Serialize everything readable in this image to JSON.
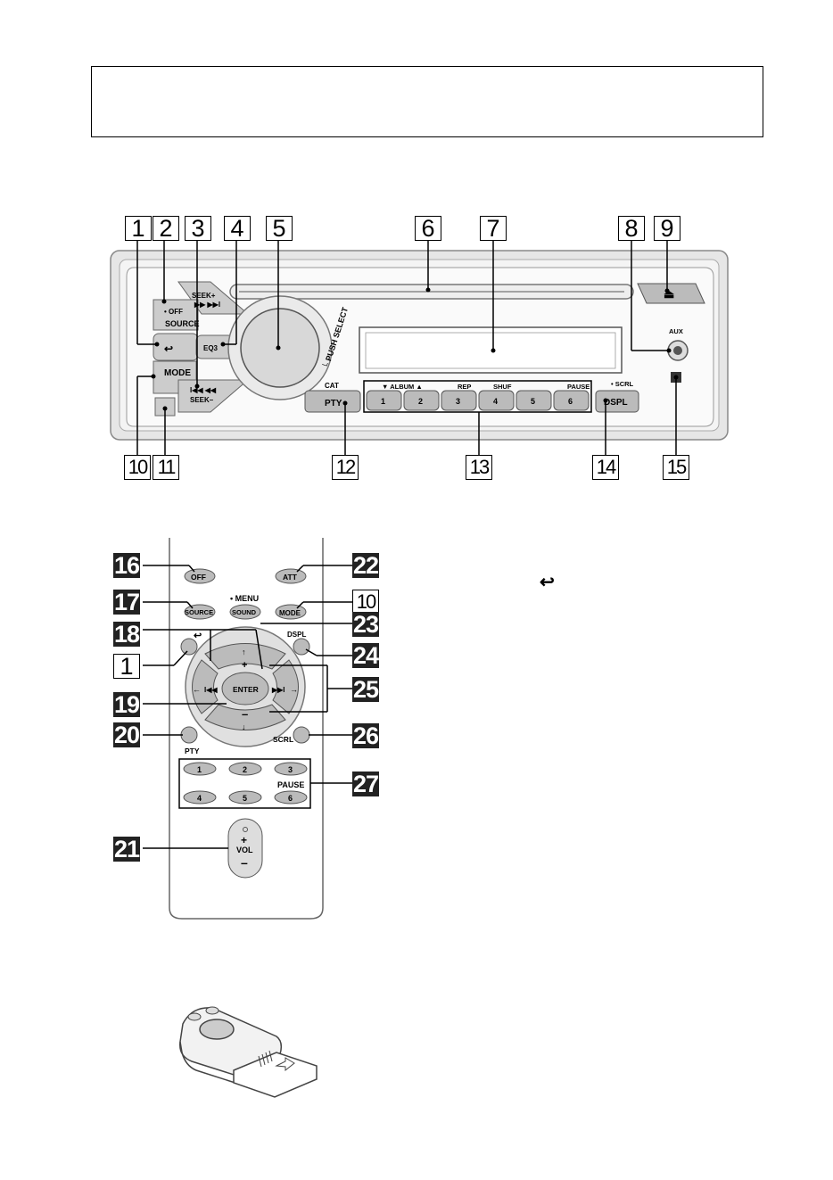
{
  "unit": {
    "callouts_top": [
      "1",
      "2",
      "3",
      "4",
      "5",
      "6",
      "7",
      "8",
      "9"
    ],
    "callouts_bottom": [
      "10",
      "11",
      "12",
      "13",
      "14",
      "15"
    ],
    "labels": {
      "seek_plus": "SEEK+",
      "seek_plus_arrows": "▶▶ ▶▶I",
      "off": "• OFF",
      "source": "SOURCE",
      "back_symbol": "↩",
      "eq3": "EQ3",
      "mode": "MODE",
      "seek_minus": "SEEK–",
      "seek_minus_arrows": "I◀◀ ◀◀",
      "push_select": "└ PUSH SELECT",
      "cat": "CAT",
      "pty": "PTY",
      "presets": [
        "1",
        "2",
        "3",
        "4",
        "5",
        "6"
      ],
      "album": "▼  ALBUM  ▲",
      "rep": "REP",
      "shuf": "SHUF",
      "pause": "PAUSE",
      "scrl": "• SCRL",
      "dspl": "DSPL",
      "aux": "AUX",
      "eject": "⏏"
    }
  },
  "remote": {
    "left_callouts": [
      "16",
      "17",
      "18",
      "1",
      "19",
      "20",
      "21"
    ],
    "right_callouts": [
      "22",
      "10",
      "23",
      "24",
      "25",
      "26",
      "27"
    ],
    "back_symbol_label": "↩",
    "buttons": {
      "off": "OFF",
      "att": "ATT",
      "menu": "• MENU",
      "source": "SOURCE",
      "sound": "SOUND",
      "mode": "MODE",
      "back": "↩",
      "dspl": "DSPL",
      "plus": "+",
      "minus": "–",
      "up": "↑",
      "down": "↓",
      "left": "←",
      "right": "→",
      "prev": "I◀◀",
      "next": "▶▶I",
      "enter": "ENTER",
      "pty": "PTY",
      "scrl": "SCRL",
      "presets": [
        "1",
        "2",
        "3",
        "4",
        "5",
        "6"
      ],
      "pause": "PAUSE",
      "vol": "VOL",
      "vol_plus": "+",
      "vol_minus": "–"
    }
  }
}
